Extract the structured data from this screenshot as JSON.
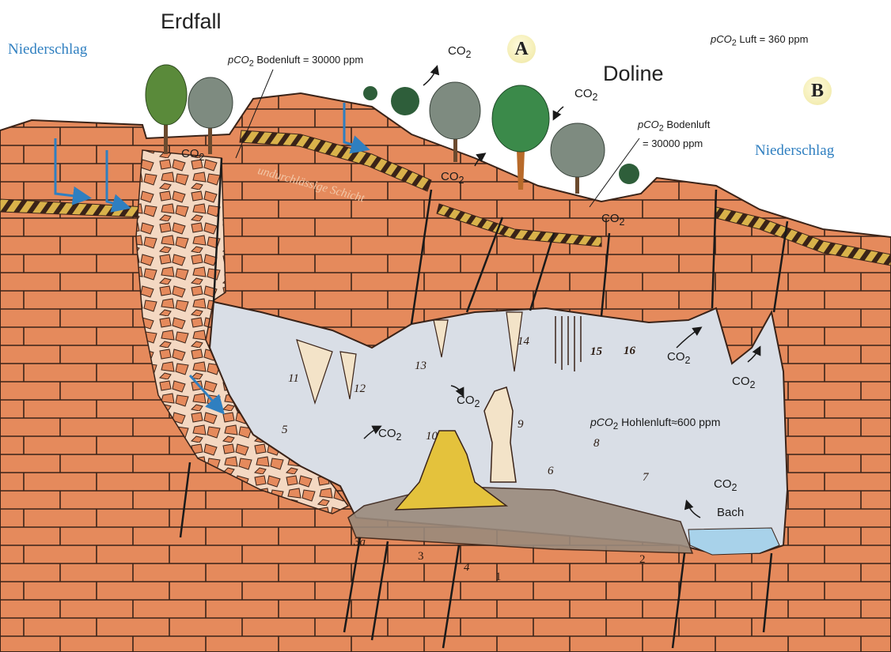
{
  "titles": {
    "erdfall": "Erdfall",
    "doline": "Doline",
    "niederschlag_left": "Niederschlag",
    "niederschlag_right": "Niederschlag"
  },
  "markers": {
    "a": "A",
    "b": "B"
  },
  "annotations": {
    "pco2_soil_left_prefix": "pCO",
    "pco2_soil_left_sub": "2",
    "pco2_soil_left_rest": " Bodenluft = 30000 ppm",
    "pco2_air_prefix": "pCO",
    "pco2_air_sub": "2",
    "pco2_air_rest": " Luft = 360 ppm",
    "pco2_soil_right_prefix": "pCO",
    "pco2_soil_right_sub": "2",
    "pco2_soil_right_rest": " Bodenluft",
    "pco2_soil_right_value": "= 30000 ppm",
    "pco2_cave_prefix": "pCO",
    "pco2_cave_sub": "2",
    "pco2_cave_rest": " Hohlenluft≈600 ppm",
    "impermeable_layer": "undurchlässige Schicht",
    "bach": "Bach"
  },
  "co2": {
    "base": "CO",
    "sub": "2"
  },
  "numbers": {
    "n1": "1",
    "n2": "2",
    "n3": "3",
    "n3a": "3a",
    "n4": "4",
    "n5": "5",
    "n6": "6",
    "n7": "7",
    "n8": "8",
    "n9": "9",
    "n10": "10",
    "n11": "11",
    "n12": "12",
    "n13": "13",
    "n14": "14",
    "n15": "15",
    "n16": "16"
  },
  "colors": {
    "rock": "#e58a5c",
    "rock_line": "#3a2318",
    "layer_stripe": "#d9b24a",
    "cave_air": "#d9dee6",
    "water": "#a8d2ea",
    "sediment": "#9a8a7c",
    "stalagmite_yellow": "#e4c23c",
    "precipitation": "#2f7fc0"
  }
}
